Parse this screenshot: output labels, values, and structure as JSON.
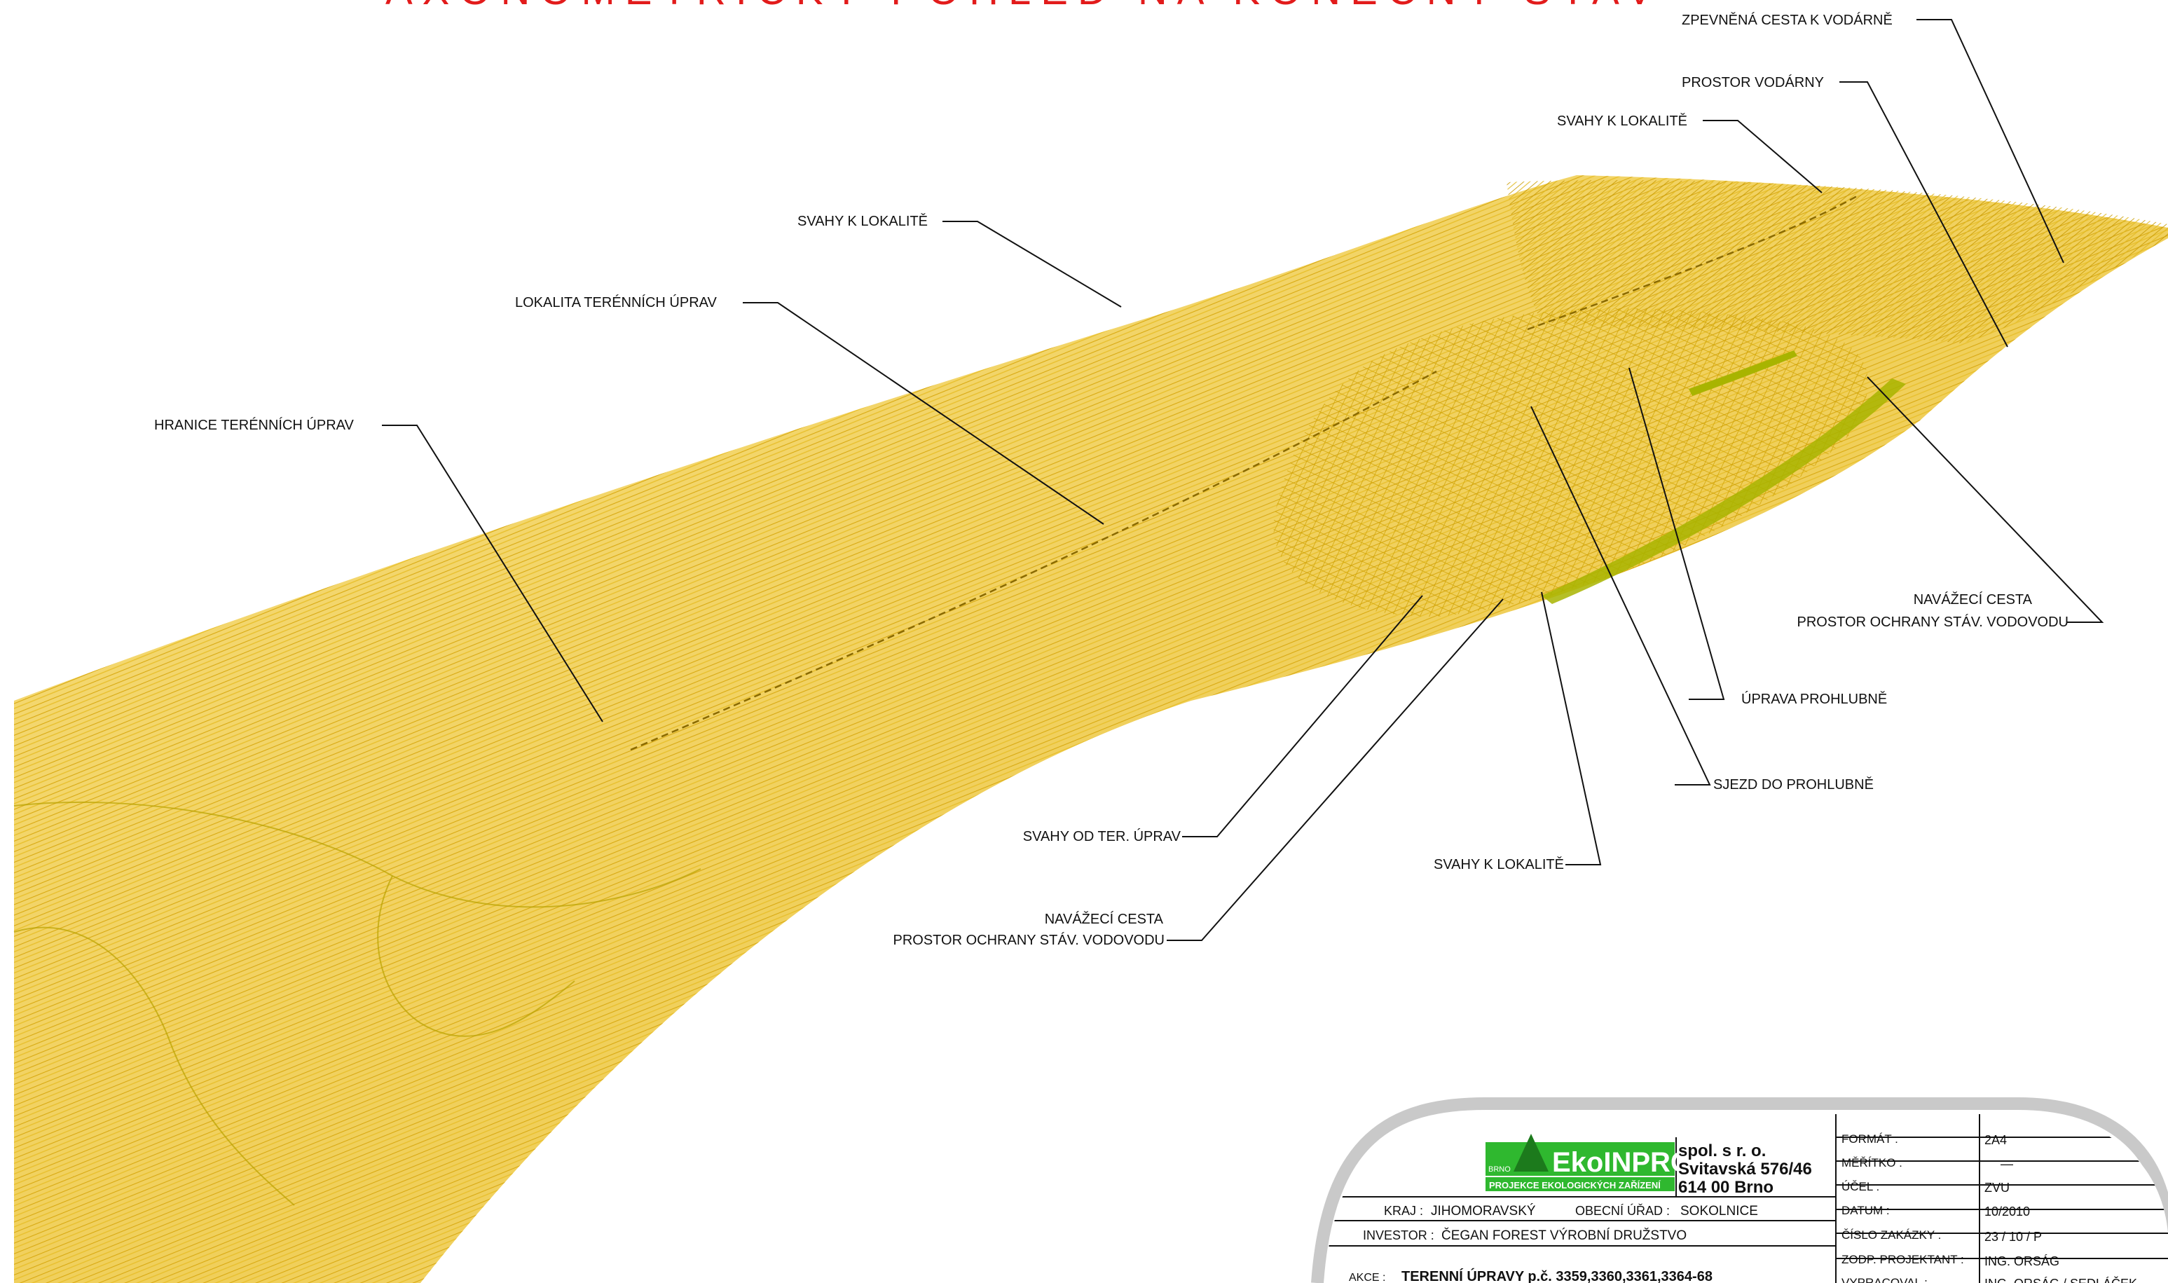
{
  "drawing": {
    "title": "AXONOMETRICKÝ POHLED NA KONEČNÝ STAV",
    "colors": {
      "terrain_line": "#d4a800",
      "terrain_light": "#f3d977",
      "terrain_dark": "#c29b00",
      "accent_green": "#a8b400",
      "title_red": "#e21b1b"
    }
  },
  "callouts": {
    "c1": "ZPEVNĚNÁ CESTA K VODÁRNĚ",
    "c2": "PROSTOR VODÁRNY",
    "c3": "SVAHY K LOKALITĚ",
    "c4": "SVAHY K LOKALITĚ",
    "c5": "LOKALITA TERÉNNÍCH ÚPRAV",
    "c6": "HRANICE  TERÉNNÍCH ÚPRAV",
    "c7a": "NAVÁŽECÍ CESTA",
    "c7b": "PROSTOR OCHRANY STÁV. VODOVODU",
    "c8": "ÚPRAVA PROHLUBNĚ",
    "c9": "SJEZD DO PROHLUBNĚ",
    "c10": "SVAHY OD  TER. ÚPRAV",
    "c11": "SVAHY K LOKALITĚ",
    "c12a": "NAVÁŽECÍ CESTA",
    "c12b": "PROSTOR OCHRANY STÁV. VODOVODU"
  },
  "title_block": {
    "logo_text": "EkoINPROS",
    "logo_sub": "PROJEKCE EKOLOGICKÝCH ZAŘÍZENÍ",
    "logo_city": "BRNO",
    "company_l1": "spol. s r. o.",
    "company_l2": "Svitavská 576/46",
    "company_l3": "614 00   Brno",
    "kraj_label": "KRAJ :",
    "kraj_value": "JIHOMORAVSKÝ",
    "urad_label": "OBECNÍ ÚŘAD :",
    "urad_value": "SOKOLNICE",
    "investor_label": "INVESTOR :",
    "investor_value": "ČEGAN FOREST VÝROBNÍ DRUŽSTVO",
    "akce_label": "AKCE :",
    "akce_value": "TERENNÍ ÚPRAVY p.č. 3359,3360,3361,3364-68",
    "rows": [
      {
        "label": "FORMÁT :",
        "value": "2A4"
      },
      {
        "label": "MĚŘÍTKO :",
        "value": "—"
      },
      {
        "label": "ÚČEL :",
        "value": "ZVU"
      },
      {
        "label": "DATUM :",
        "value": "10/2010"
      },
      {
        "label": "ČÍSLO ZAKÁZKY :",
        "value": "23 / 10 / P"
      },
      {
        "label": "ZODP. PROJEKTANT :",
        "value": "ING. ORSÁG"
      },
      {
        "label": "VYPRACOVAL :",
        "value": "ING. ORSÁG / SEDLÁČEK"
      }
    ]
  }
}
